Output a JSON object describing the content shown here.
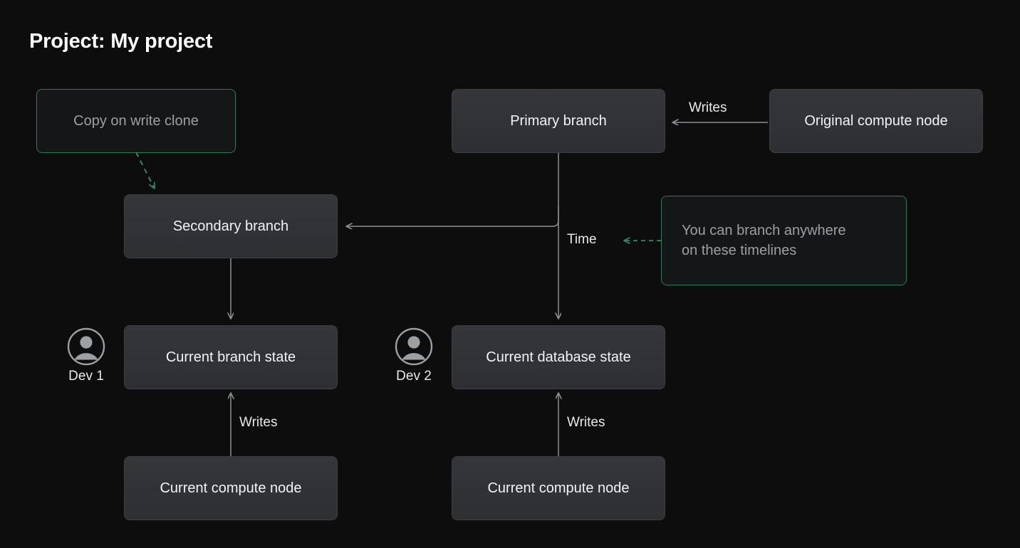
{
  "page": {
    "title": "Project: My project",
    "background_color": "#0d0d0e",
    "accent_green": "#2b7a5d",
    "node_fill": "#2f3134",
    "line_color": "#8b8f93",
    "text_primary": "#f2f3f4",
    "text_muted": "#9ba0a5"
  },
  "nodes": {
    "copy_on_write_clone": {
      "label": "Copy on write clone",
      "style": "outline-green"
    },
    "primary_branch": {
      "label": "Primary branch",
      "style": "solid"
    },
    "original_compute_node": {
      "label": "Original compute node",
      "style": "solid"
    },
    "secondary_branch": {
      "label": "Secondary branch",
      "style": "solid"
    },
    "branch_note": {
      "label": "You can branch anywhere on these timelines",
      "line1": "You can branch anywhere",
      "line2": "on these timelines",
      "style": "outline-green"
    },
    "current_branch_state": {
      "label": "Current branch state",
      "style": "solid"
    },
    "current_database_state": {
      "label": "Current database state",
      "style": "solid"
    },
    "current_compute_node_left": {
      "label": "Current compute node",
      "style": "solid"
    },
    "current_compute_node_right": {
      "label": "Current compute node",
      "style": "solid"
    }
  },
  "edge_labels": {
    "writes_top": "Writes",
    "time": "Time",
    "writes_left": "Writes",
    "writes_right": "Writes"
  },
  "actors": [
    {
      "icon": "user-avatar-icon",
      "label": "Dev 1"
    },
    {
      "icon": "user-avatar-icon",
      "label": "Dev 2"
    }
  ]
}
